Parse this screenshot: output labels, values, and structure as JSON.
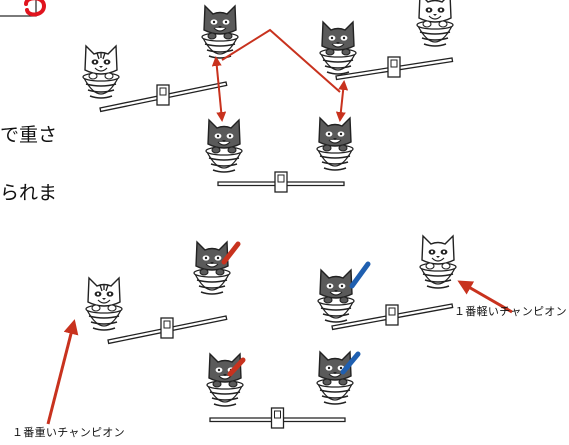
{
  "text": {
    "left_line_1_fragment": "で重さ",
    "left_line_2_fragment": "られま",
    "label_heaviest": "１番重いチャンピオン",
    "label_lightest": "１番軽いチャンピオン"
  },
  "colors": {
    "red_arrow": "#c8321e",
    "blue_mark": "#1f5fb0",
    "outline": "#222222",
    "highlight_circle": "#e0141e"
  },
  "diagram": {
    "top_panel": {
      "left_seesaw_cats": [
        "white-striped-cat",
        "dark-cat"
      ],
      "right_seesaw_cats": [
        "dark-cat",
        "white-cat"
      ],
      "bottom_seesaw_cats": [
        "dark-cat",
        "dark-cat"
      ]
    },
    "bottom_panel": {
      "left_seesaw_cats": [
        "white-striped-cat",
        "dark-cat"
      ],
      "right_seesaw_cats": [
        "dark-cat",
        "white-cat"
      ],
      "bottom_seesaw_cats": [
        "dark-cat",
        "dark-cat"
      ]
    }
  }
}
